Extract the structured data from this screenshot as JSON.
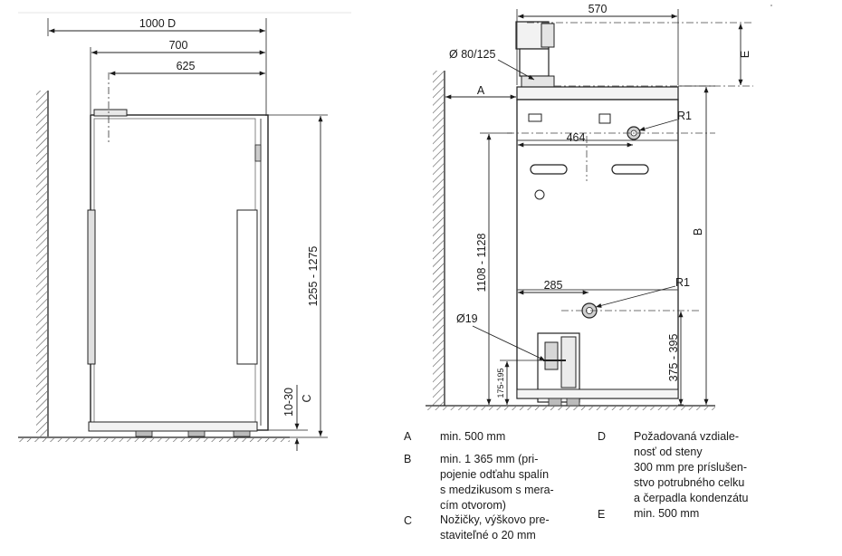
{
  "side_view": {
    "dims": {
      "width_d": "1000 D",
      "width_700": "700",
      "width_625": "625",
      "height": "1255 - 1275",
      "feet": "10-30",
      "feet_key": "C"
    }
  },
  "front_view": {
    "dims": {
      "width_570": "570",
      "flue_diameter": "Ø 80/125",
      "wall_key": "A",
      "width_464": "464",
      "r1_top": "R1",
      "r1_bottom": "R1",
      "height_key_b": "B",
      "height_key_e": "E",
      "height_1108": "1108 - 1128",
      "width_285": "285",
      "pipe_diameter": "Ø19",
      "height_375": "375 - 395",
      "height_175": "175-195"
    }
  },
  "legend": [
    {
      "key": "A",
      "lines": [
        "min. 500 mm"
      ]
    },
    {
      "key": "B",
      "lines": [
        "min. 1 365 mm (pri-",
        "pojenie odťahu spalín",
        "s medzikusom s mera-",
        "cím otvorom)"
      ]
    },
    {
      "key": "C",
      "lines": [
        "Nožičky, výškovo pre-",
        "staviteľné o 20 mm"
      ]
    },
    {
      "key": "D",
      "lines": [
        "Požadovaná vzdiale-",
        "nosť od steny",
        "300 mm pre príslušen-",
        "stvo potrubného celku",
        "a čerpadla kondenzátu"
      ]
    },
    {
      "key": "E",
      "lines": [
        "min. 500 mm"
      ]
    }
  ]
}
